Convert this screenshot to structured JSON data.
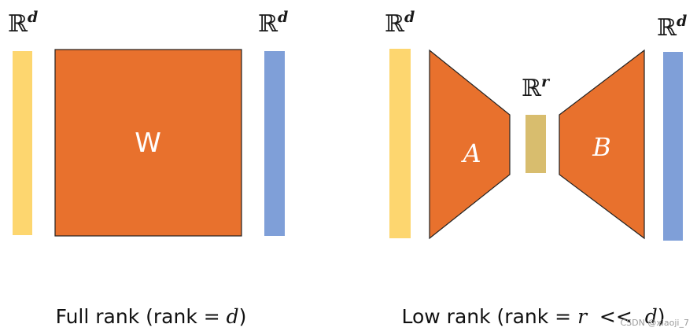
{
  "colors": {
    "input_vector": "#fdd66f",
    "output_vector": "#7f9fd8",
    "matrix": "#e8712d",
    "bottleneck": "#d8bd6e",
    "outline": "#222222"
  },
  "full_rank": {
    "input_space": "ℝ",
    "input_dim": "d",
    "output_space": "ℝ",
    "output_dim": "d",
    "matrix_label": "W",
    "caption_prefix": "Full rank (rank = ",
    "caption_var": "d",
    "caption_suffix": ")"
  },
  "low_rank": {
    "input_space": "ℝ",
    "input_dim": "d",
    "output_space": "ℝ",
    "output_dim": "d",
    "bottleneck_space": "ℝ",
    "bottleneck_dim": "r",
    "matrix_a_label": "A",
    "matrix_b_label": "B",
    "caption_prefix": "Low rank (rank = ",
    "caption_var_r": "r",
    "caption_op": "  <<  ",
    "caption_var_d": "d",
    "caption_suffix": ")"
  },
  "watermark": "CSDN @xiaoji_7"
}
